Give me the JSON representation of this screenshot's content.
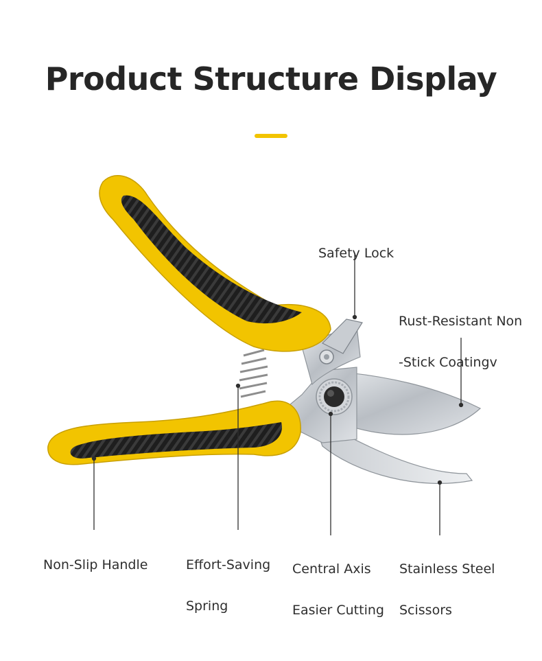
{
  "title": "Product Structure Display",
  "accent_color": "#f2c400",
  "labels": {
    "safety_lock": "Safety Lock",
    "coating_line1": "Rust-Resistant Non",
    "coating_line2": "-Stick Coatingv",
    "handle": "Non-Slip Handle",
    "spring_line1": "Effort-Saving",
    "spring_line2": "Spring",
    "axis_line1": "Central Axis",
    "axis_line2": "Easier Cutting",
    "steel_line1": "Stainless Steel",
    "steel_line2": "Scissors"
  }
}
